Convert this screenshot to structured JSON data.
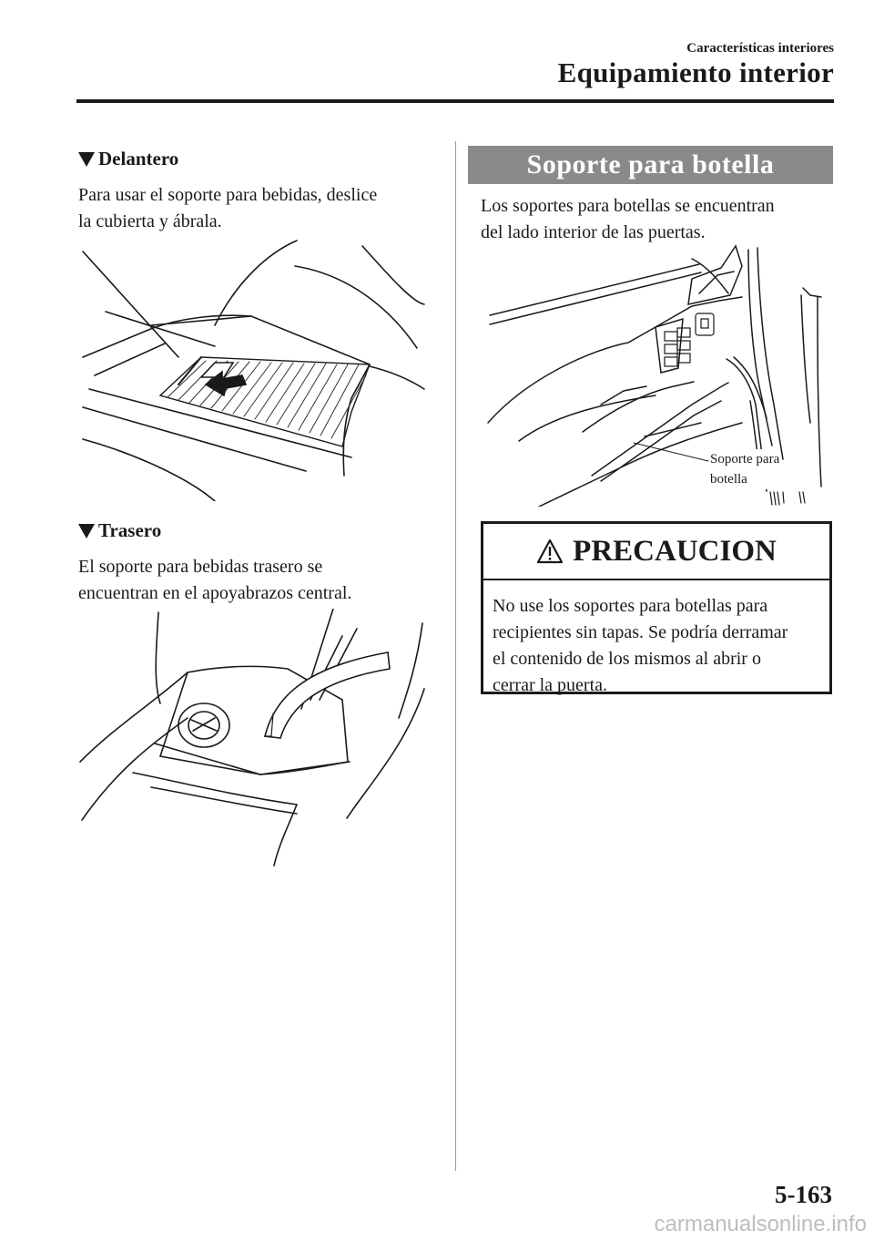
{
  "header": {
    "chapter": "Características interiores",
    "section": "Equipamiento interior"
  },
  "left_column": {
    "front": {
      "heading": "Delantero",
      "body_lines": [
        "Para usar el soporte para bebidas, deslice",
        "la cubierta y ábrala."
      ]
    },
    "rear": {
      "heading": "Trasero",
      "body_lines": [
        "El soporte para bebidas trasero se",
        "encuentran en el apoyabrazos central."
      ]
    }
  },
  "right_column": {
    "banner": "Soporte para botella",
    "body_lines": [
      "Los soportes para botellas se encuentran",
      "del lado interior de las puertas."
    ],
    "figure_callout_lines": [
      "Soporte para",
      "botella"
    ],
    "caution": {
      "title": "PRECAUCION",
      "lines": [
        "No use los soportes para botellas para",
        "recipientes sin tapas. Se podría derramar",
        "el contenido de los mismos al abrir o",
        "cerrar la puerta."
      ]
    }
  },
  "footer": {
    "page_number": "5-163",
    "watermark": "carmanualsonline.info"
  },
  "icons": {
    "subheading_marker": "triangle-down-icon",
    "caution_marker": "warning-triangle-icon"
  }
}
